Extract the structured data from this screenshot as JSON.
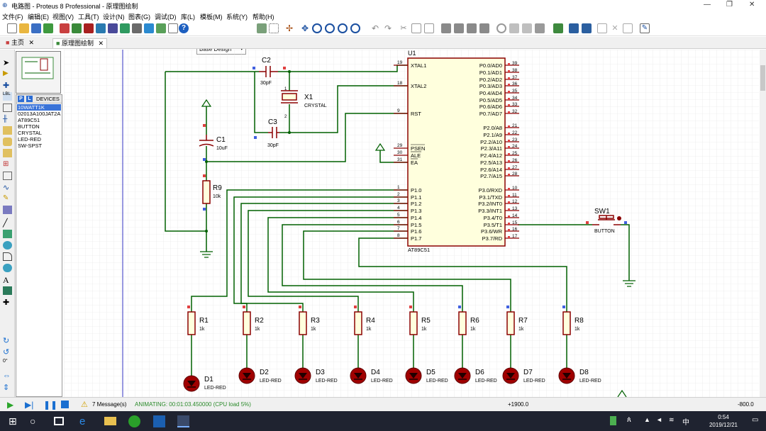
{
  "window": {
    "title": "电路图 - Proteus 8 Professional - 原理图绘制"
  },
  "menu": [
    "文件(F)",
    "编辑(E)",
    "视图(V)",
    "工具(T)",
    "设计(N)",
    "图表(G)",
    "调试(D)",
    "库(L)",
    "模板(M)",
    "系统(Y)",
    "帮助(H)"
  ],
  "toolbar": {
    "design_select": "Base Design"
  },
  "tabs": [
    {
      "label": "主页",
      "close": "✕"
    },
    {
      "label": "原理图绘制",
      "close": "✕"
    }
  ],
  "device_panel": {
    "p_button": "P",
    "l_button": "L",
    "header": "DEVICES",
    "items": [
      "10WATT1K",
      "02013A100JAT2A",
      "AT89C51",
      "BUTTON",
      "CRYSTAL",
      "LED-RED",
      "SW-SPST"
    ],
    "selected_index": 0
  },
  "left_tools": {
    "rotate_label": "0°"
  },
  "schematic": {
    "mcu": {
      "ref": "U1",
      "part": "AT89C51",
      "left_pins": [
        {
          "num": "19",
          "name": "XTAL1"
        },
        {
          "num": "18",
          "name": "XTAL2"
        },
        {
          "num": "9",
          "name": "RST"
        },
        {
          "num": "29",
          "name": "PSEN"
        },
        {
          "num": "30",
          "name": "ALE"
        },
        {
          "num": "31",
          "name": "EA"
        },
        {
          "num": "1",
          "name": "P1.0"
        },
        {
          "num": "2",
          "name": "P1.1"
        },
        {
          "num": "3",
          "name": "P1.2"
        },
        {
          "num": "4",
          "name": "P1.3"
        },
        {
          "num": "5",
          "name": "P1.4"
        },
        {
          "num": "6",
          "name": "P1.5"
        },
        {
          "num": "7",
          "name": "P1.6"
        },
        {
          "num": "8",
          "name": "P1.7"
        }
      ],
      "right_pins": [
        {
          "num": "39",
          "name": "P0.0/AD0"
        },
        {
          "num": "38",
          "name": "P0.1/AD1"
        },
        {
          "num": "37",
          "name": "P0.2/AD2"
        },
        {
          "num": "36",
          "name": "P0.3/AD3"
        },
        {
          "num": "35",
          "name": "P0.4/AD4"
        },
        {
          "num": "34",
          "name": "P0.5/AD5"
        },
        {
          "num": "33",
          "name": "P0.6/AD6"
        },
        {
          "num": "32",
          "name": "P0.7/AD7"
        },
        {
          "num": "21",
          "name": "P2.0/A8"
        },
        {
          "num": "22",
          "name": "P2.1/A9"
        },
        {
          "num": "23",
          "name": "P2.2/A10"
        },
        {
          "num": "24",
          "name": "P2.3/A11"
        },
        {
          "num": "25",
          "name": "P2.4/A12"
        },
        {
          "num": "26",
          "name": "P2.5/A13"
        },
        {
          "num": "27",
          "name": "P2.6/A14"
        },
        {
          "num": "28",
          "name": "P2.7/A15"
        },
        {
          "num": "10",
          "name": "P3.0/RXD"
        },
        {
          "num": "11",
          "name": "P3.1/TXD"
        },
        {
          "num": "12",
          "name": "P3.2/INT0"
        },
        {
          "num": "13",
          "name": "P3.3/INT1"
        },
        {
          "num": "14",
          "name": "P3.4/T0"
        },
        {
          "num": "15",
          "name": "P3.5/T1"
        },
        {
          "num": "16",
          "name": "P3.6/WR"
        },
        {
          "num": "17",
          "name": "P3.7/RD"
        }
      ]
    },
    "c1": {
      "ref": "C1",
      "value": "10uF"
    },
    "c2": {
      "ref": "C2",
      "value": "30pF"
    },
    "c3": {
      "ref": "C3",
      "value": "30pF"
    },
    "x1": {
      "ref": "X1",
      "value": "CRYSTAL",
      "pin1": "1",
      "pin2": "2"
    },
    "r9": {
      "ref": "R9",
      "value": "10k"
    },
    "sw1": {
      "ref": "SW1",
      "value": "BUTTON"
    },
    "resistors": [
      {
        "ref": "R1",
        "value": "1k"
      },
      {
        "ref": "R2",
        "value": "1k"
      },
      {
        "ref": "R3",
        "value": "1k"
      },
      {
        "ref": "R4",
        "value": "1k"
      },
      {
        "ref": "R5",
        "value": "1k"
      },
      {
        "ref": "R6",
        "value": "1k"
      },
      {
        "ref": "R7",
        "value": "1k"
      },
      {
        "ref": "R8",
        "value": "1k"
      }
    ],
    "leds": [
      {
        "ref": "D1",
        "value": "LED-RED"
      },
      {
        "ref": "D2",
        "value": "LED-RED"
      },
      {
        "ref": "D3",
        "value": "LED-RED"
      },
      {
        "ref": "D4",
        "value": "LED-RED"
      },
      {
        "ref": "D5",
        "value": "LED-RED"
      },
      {
        "ref": "D6",
        "value": "LED-RED"
      },
      {
        "ref": "D7",
        "value": "LED-RED"
      },
      {
        "ref": "D8",
        "value": "LED-RED"
      }
    ]
  },
  "status": {
    "messages": "7 Message(s)",
    "animating": "ANIMATING: 00:01:03.450000 (CPU load 5%)",
    "coord_x": "+1900.0",
    "coord_y": "-800.0"
  },
  "taskbar": {
    "time": "0:54",
    "date": "2019/12/21",
    "ime": "中"
  },
  "colors": {
    "wire": "#006000",
    "component": "#8b0000",
    "led_fill": "#a00000",
    "grid": "#e6e6e6",
    "accent": "#3a73d8"
  }
}
